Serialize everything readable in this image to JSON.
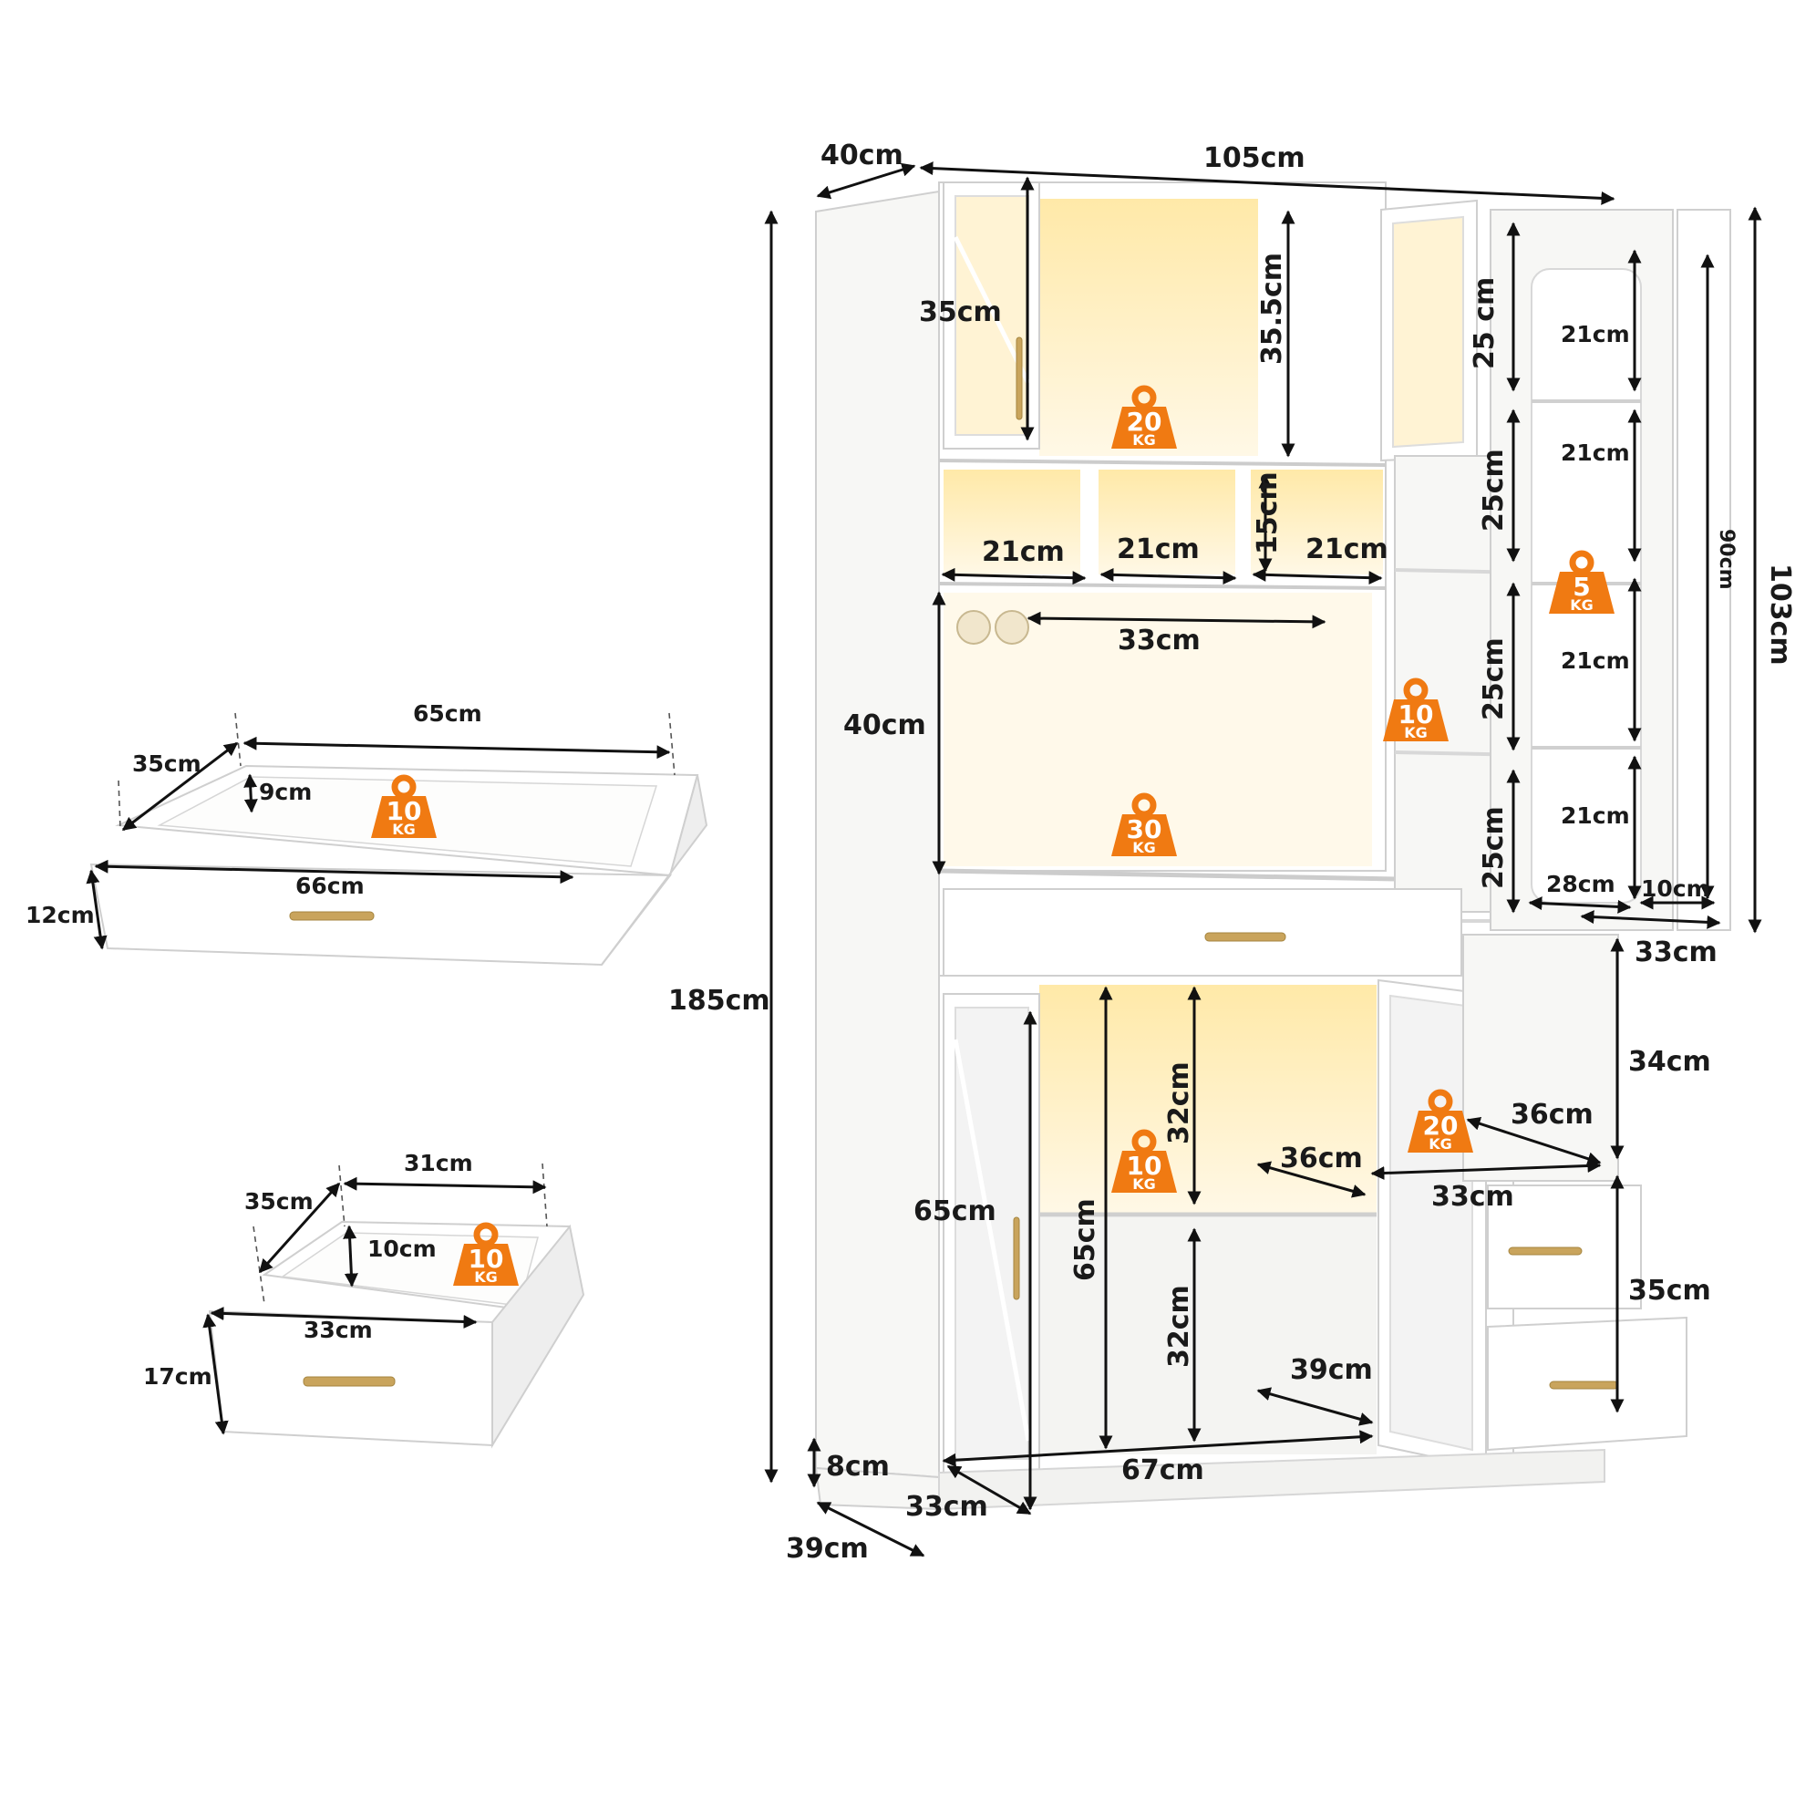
{
  "colors": {
    "badge_orange": "#f07a12",
    "cabinet_white": "#f7f7f5",
    "led_glow": "#fff3cf",
    "handle_gold": "#c9a45c",
    "dimension_line": "#111111"
  },
  "cabinet": {
    "overall_depth": "40cm",
    "overall_width": "105cm",
    "overall_height": "185cm",
    "upper_right_height": "103cm",
    "right_door_inner_height": "90cm",
    "top_left_door_height": "35cm",
    "top_compartment_height": "35.5cm",
    "cubby_height": "15cm",
    "cubby_widths": [
      "21cm",
      "21cm",
      "21cm"
    ],
    "countertop_width": "33cm",
    "countertop_opening_height": "40cm",
    "side_shelf_heights": [
      "25 cm",
      "25cm",
      "25cm",
      "25cm"
    ],
    "door_rack_heights": [
      "21cm",
      "21cm",
      "21cm",
      "21cm"
    ],
    "door_rack_width": "28cm",
    "door_rack_depth": "10cm",
    "right_module_depth": "33cm",
    "right_open_shelf_height": "34cm",
    "right_open_shelf_width": "36cm",
    "right_drawers_height": "35cm",
    "lower_shelf_height_top": "32cm",
    "lower_shelf_height_bottom": "32cm",
    "lower_cabinet_height": "65cm",
    "lower_door_height": "65cm",
    "lower_shelf_depth": "36cm",
    "lower_bottom_depth": "39cm",
    "lower_right_door_width": "33cm",
    "lower_cabinet_width": "67cm",
    "toe_kick_height": "8cm",
    "base_depth_front": "33cm",
    "base_depth": "39cm"
  },
  "load_badges": {
    "top_compartment": {
      "value": "20",
      "unit": "KG"
    },
    "door_rack": {
      "value": "5",
      "unit": "KG"
    },
    "side_shelf": {
      "value": "10",
      "unit": "KG"
    },
    "countertop": {
      "value": "30",
      "unit": "KG"
    },
    "lower_shelf": {
      "value": "10",
      "unit": "KG"
    },
    "right_open_shelf": {
      "value": "20",
      "unit": "KG"
    }
  },
  "large_drawer": {
    "inner_width": "65cm",
    "depth": "35cm",
    "inner_height": "9cm",
    "front_width": "66cm",
    "front_height": "12cm",
    "load": {
      "value": "10",
      "unit": "KG"
    }
  },
  "small_drawer": {
    "inner_width": "31cm",
    "depth": "35cm",
    "inner_height": "10cm",
    "front_width": "33cm",
    "front_height": "17cm",
    "load": {
      "value": "10",
      "unit": "KG"
    }
  }
}
